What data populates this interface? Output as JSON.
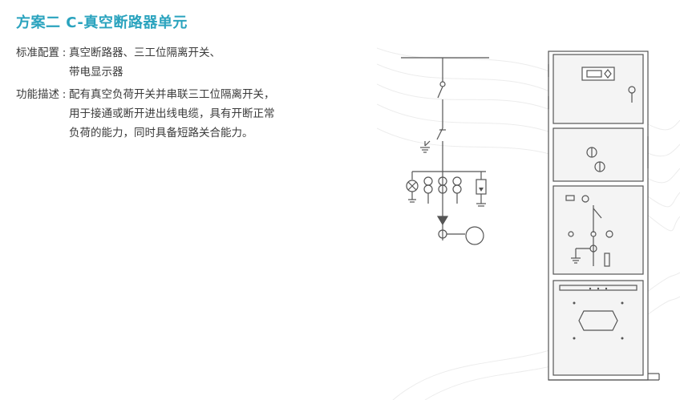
{
  "title": "方案二  C-真空断路器单元",
  "spec": {
    "standard": {
      "label": "标准配置",
      "lines": [
        "真空断路器、三工位隔离开关、",
        "带电显示器"
      ]
    },
    "function": {
      "label": "功能描述",
      "lines": [
        "配有真空负荷开关并串联三工位隔离开关，",
        "用于接通或断开进出线电缆，具有开断正常",
        "负荷的能力，同时具备短路关合能力。"
      ]
    }
  },
  "colors": {
    "title": "#2aa3be",
    "line": "#555555",
    "cabinet_fill": "#f4f4f4"
  }
}
